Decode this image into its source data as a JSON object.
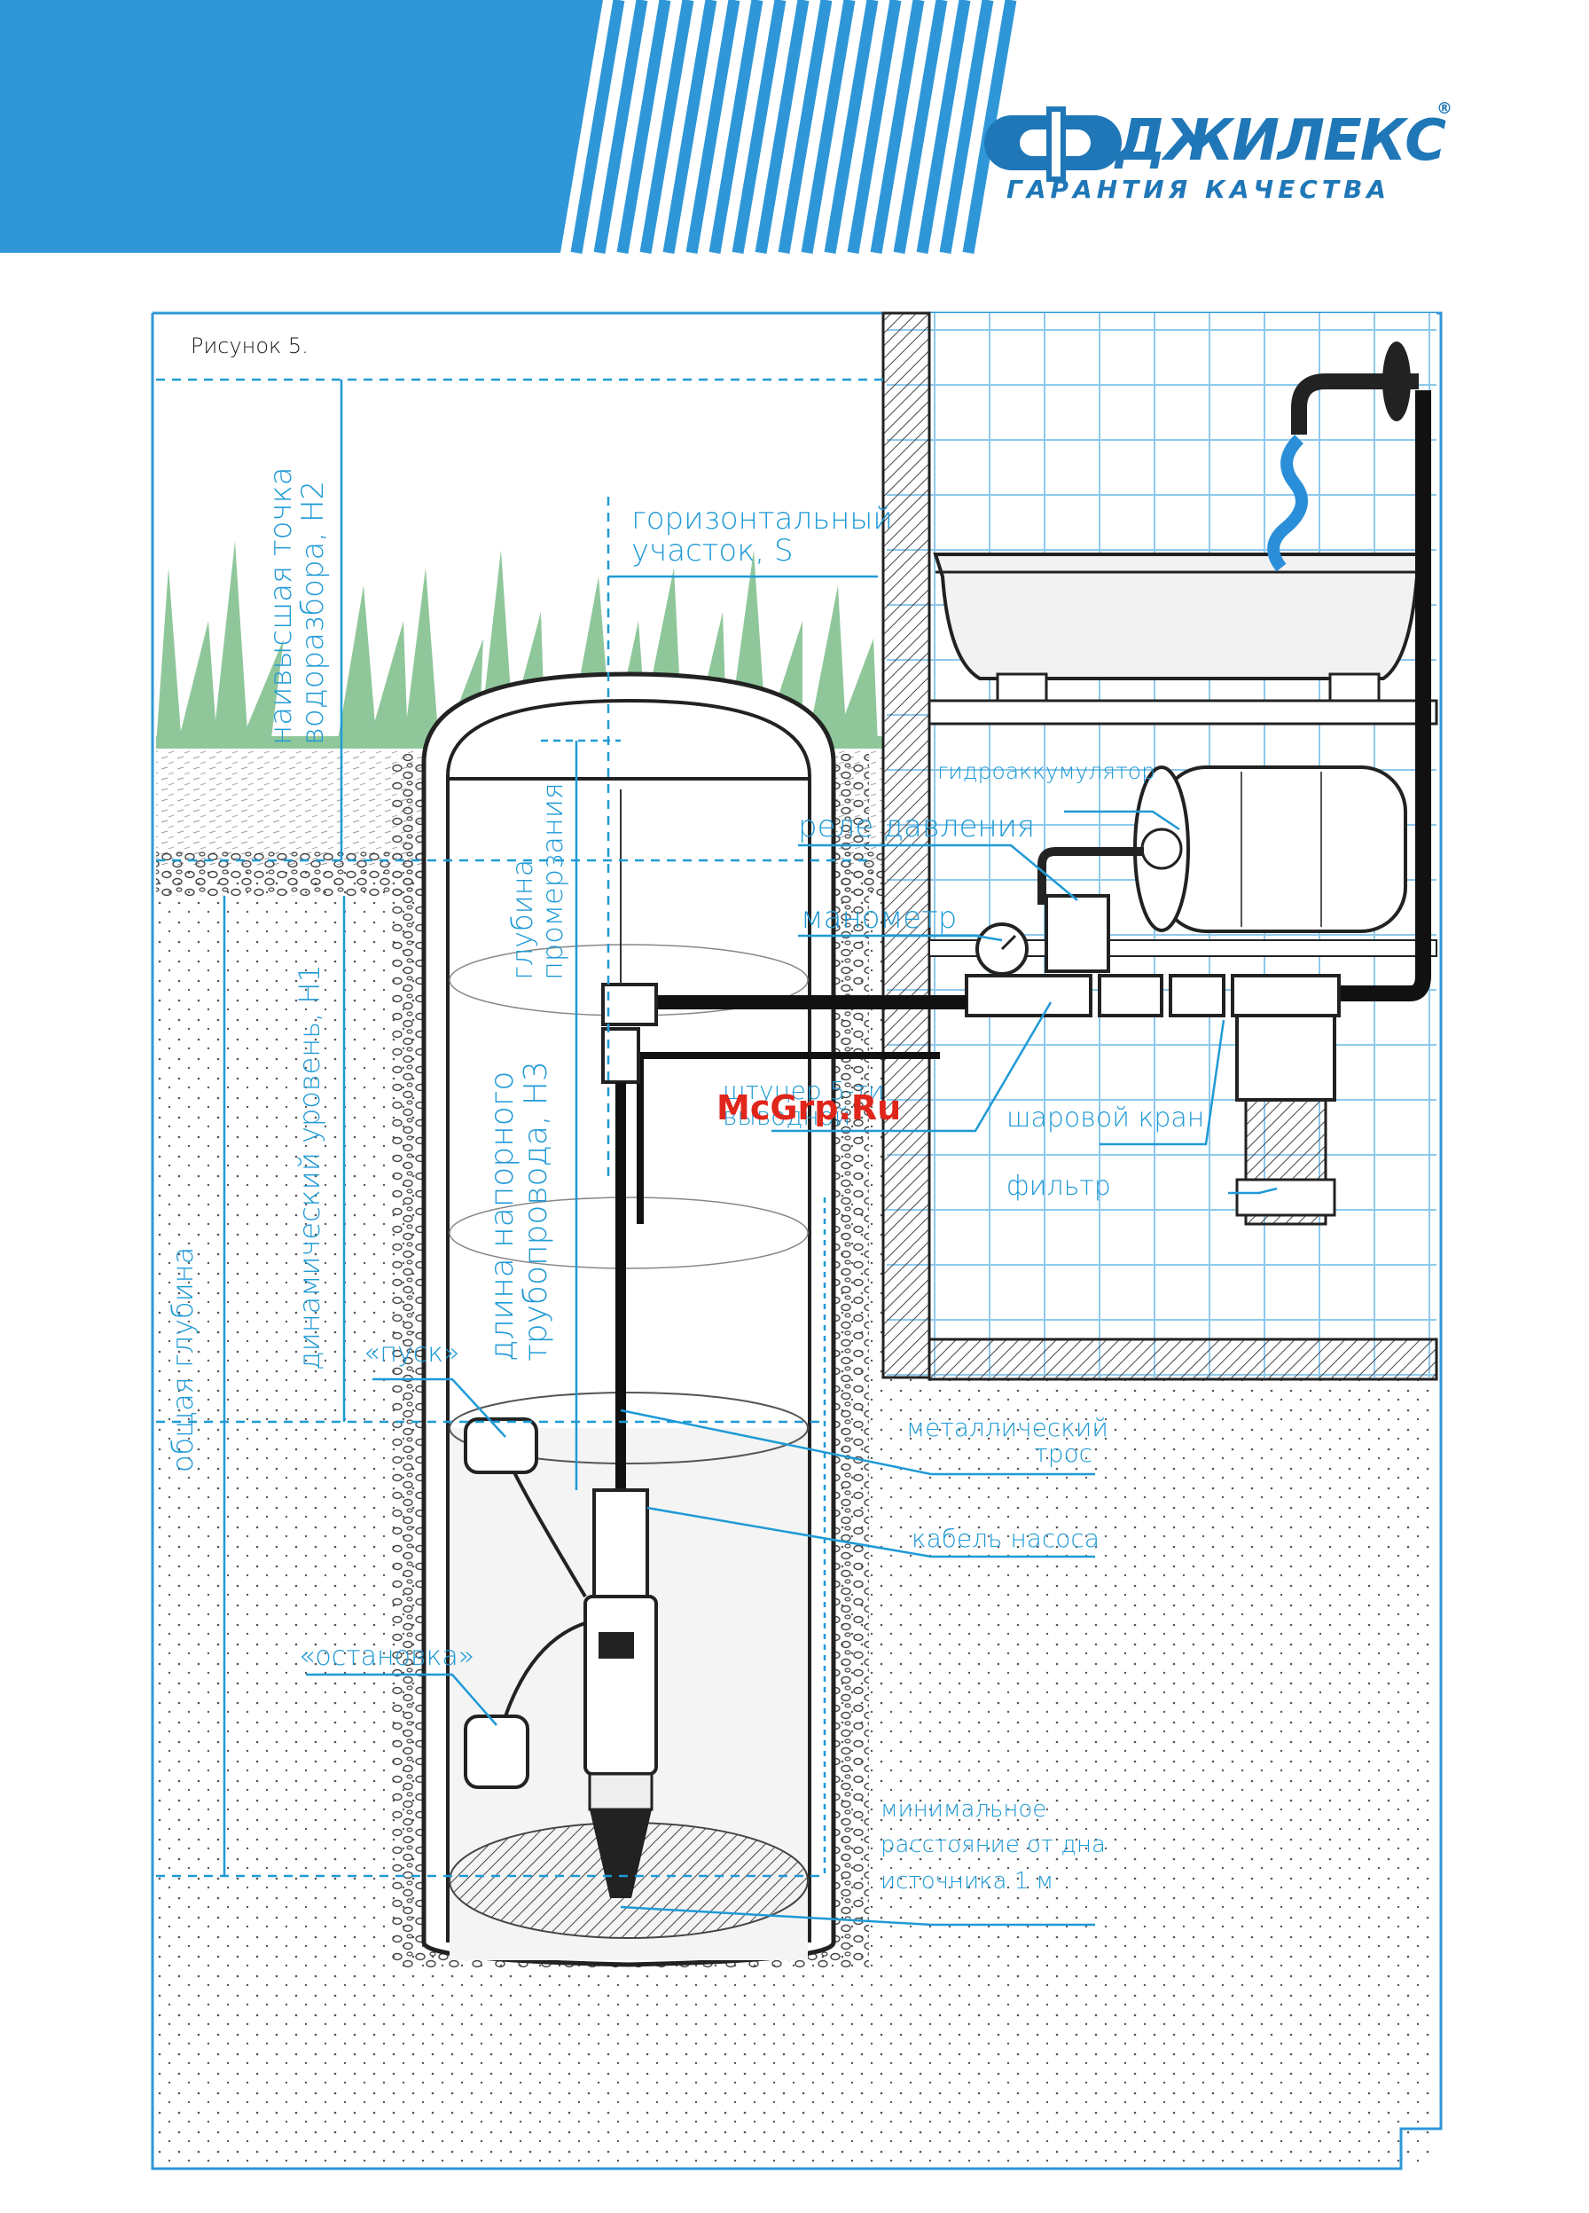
{
  "brand": {
    "name": "ДЖИЛЕКС",
    "registered": "®",
    "slogan": "ГАРАНТИЯ КАЧЕСТВА"
  },
  "figure": {
    "title": "Рисунок 5."
  },
  "labels": {
    "highest_point": [
      "наивысшая точка",
      "водоразбора, Н2"
    ],
    "horizontal": [
      "горизонтальный",
      "участок, S"
    ],
    "freezing": [
      "глубина",
      "промерзания"
    ],
    "pipe_length": [
      "длина напорного",
      "трубопровода, Н3"
    ],
    "dynamic_level": "динамический уровень, Н1",
    "total_depth": "общая глубина",
    "accumulator": "гидроаккумулятор",
    "pressure_relay": "реле давления",
    "manometer": "манометр",
    "fitting": [
      "штуцер 5-ти",
      "выводной"
    ],
    "ball_valve": "шаровой кран",
    "filter": "фильтр",
    "start": "«пуск»",
    "stop": "«остановка»",
    "cable": [
      "металлический",
      "трос"
    ],
    "pump_cable": "кабель насоса",
    "min_distance": [
      "минимальное",
      "расстояние от дна",
      "источника 1 м"
    ]
  },
  "watermark": "McGrp.Ru",
  "colors": {
    "accent": "#1f9ad6",
    "brand_dark": "#1f77b7",
    "grass": "#8fc79a",
    "water": "#2a8fd8"
  }
}
